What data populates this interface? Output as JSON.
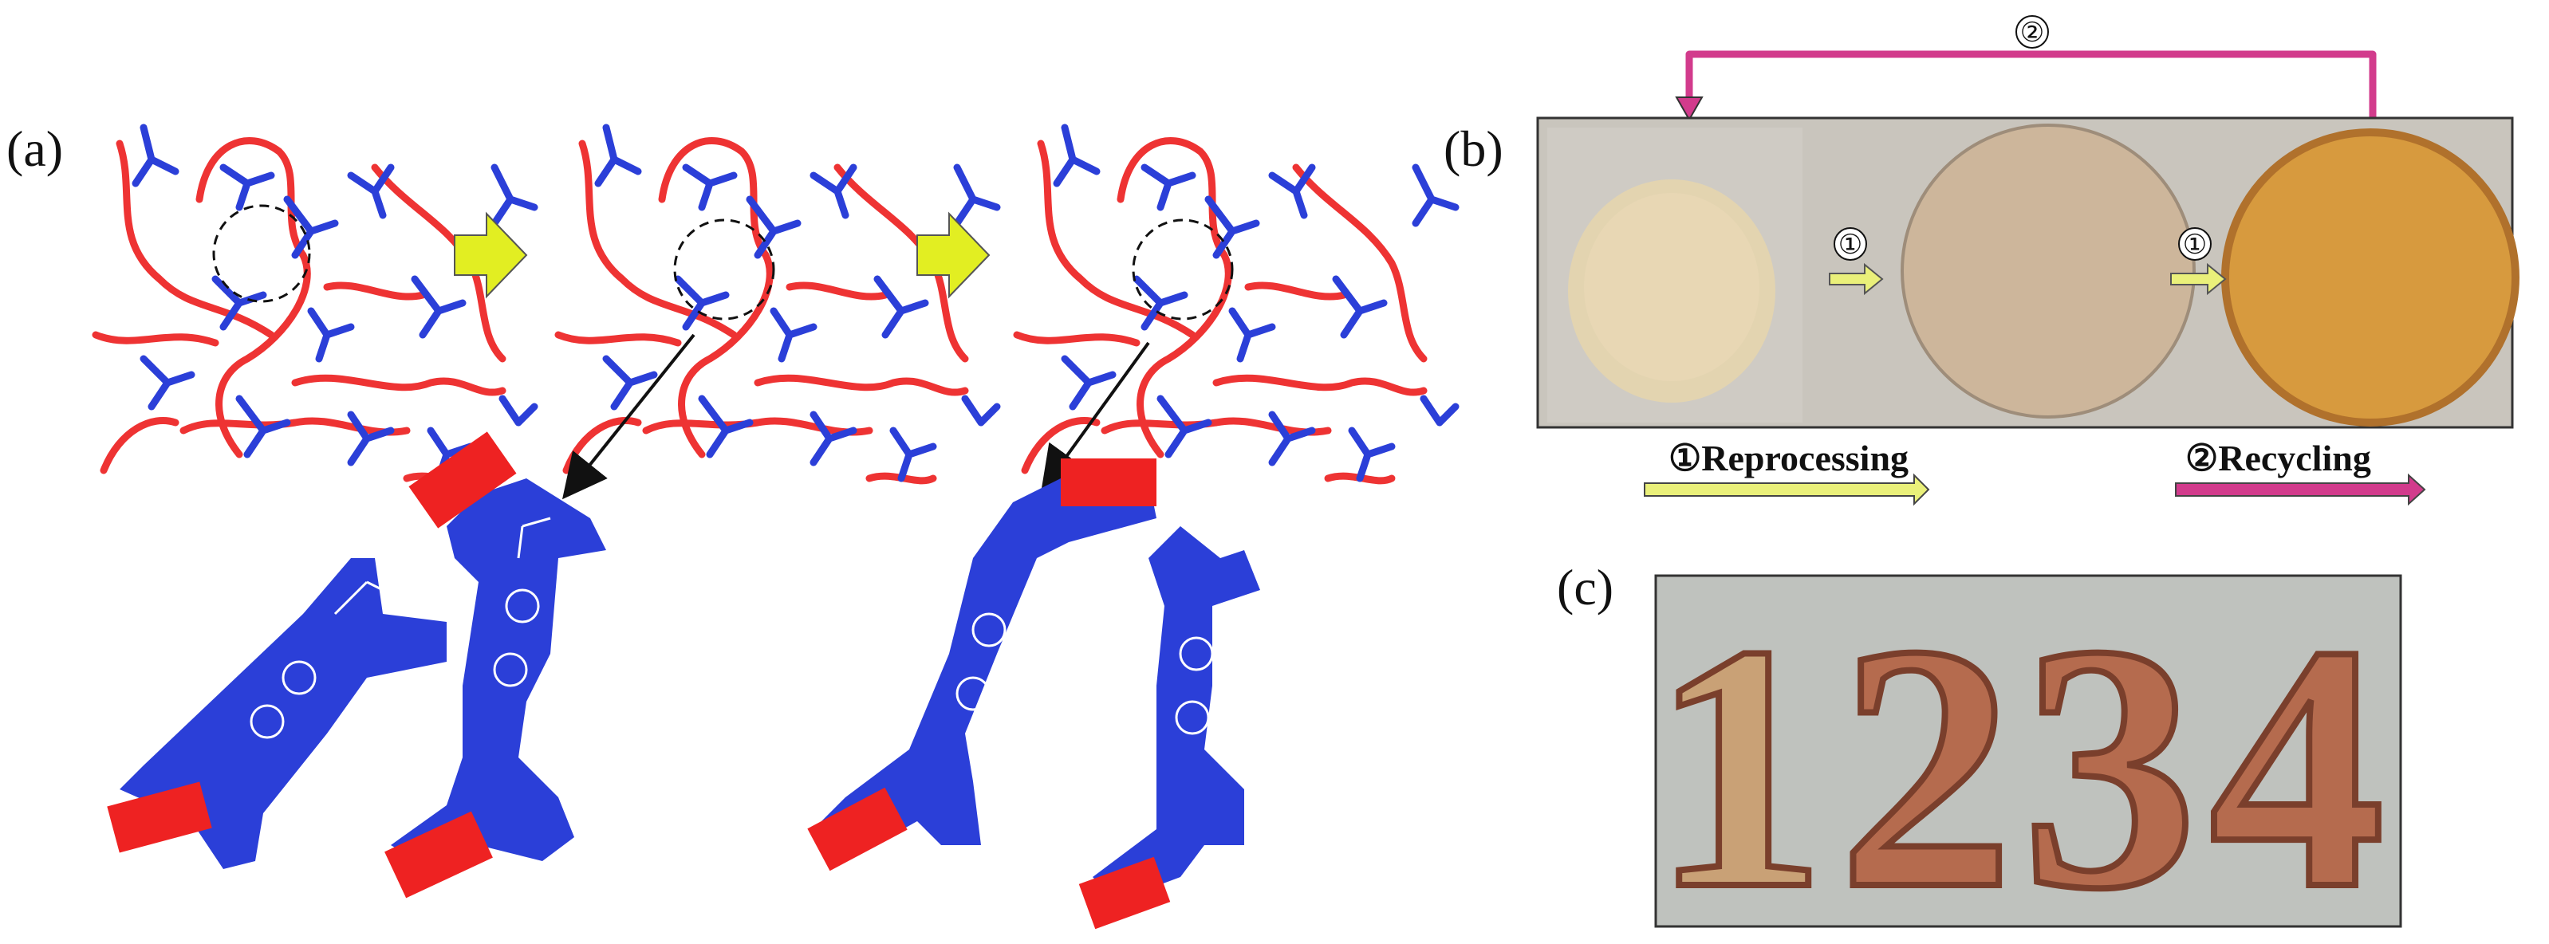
{
  "panel_a": {
    "label": "(a)"
  },
  "panel_b": {
    "label": "(b)",
    "loop_step": "②",
    "step_marker_1": "①",
    "step_marker_2": "①",
    "reprocessing_caption": "①Reprocessing",
    "recycling_caption": "②Recycling"
  },
  "panel_c": {
    "label": "(c)",
    "digits": [
      "1",
      "2",
      "3",
      "4"
    ]
  },
  "colors": {
    "polymer_chain": "#ee3333",
    "crosslinker": "#2b3fd8",
    "ester_end": "#ee2222",
    "reprocess_arrow": "#eaf07a",
    "recycle_arrow": "#d23b8c",
    "stage_arrow": "#e2ee22",
    "photo_bg": "#c9c5bd",
    "disc_light": "#cdb69b",
    "disc_dark": "#d79a3e",
    "digit_fill": "#b56b4e"
  },
  "icons": [
    "dashed-circle-icon",
    "pointer-arrow-icon",
    "stage-arrow-icon"
  ]
}
